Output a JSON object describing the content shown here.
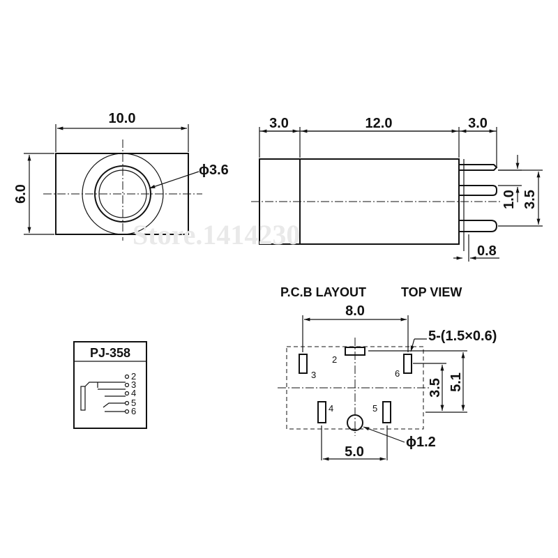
{
  "front_view": {
    "width": "10.0",
    "height": "6.0",
    "hole_diameter": "ϕ3.6"
  },
  "side_view": {
    "front_len": "3.0",
    "body_len": "12.0",
    "pin_len": "3.0",
    "pin_pitch_small": "1.0",
    "pin_pitch_large": "3.5",
    "pin_width": "0.8"
  },
  "watermark": "Store.1414230",
  "schematic": {
    "title": "PJ-358",
    "pins": [
      "2",
      "3",
      "4",
      "5",
      "6"
    ]
  },
  "pcb": {
    "title_left": "P.C.B LAYOUT",
    "title_right": "TOP VIEW",
    "width": "8.0",
    "slot_note": "5-(1.5×0.6)",
    "row_pitch": "3.5",
    "total_height": "5.1",
    "hole_diameter": "ϕ1.2",
    "lower_pitch": "5.0",
    "pin_labels": {
      "p2": "2",
      "p3": "3",
      "p4": "4",
      "p5": "5",
      "p6": "6"
    }
  }
}
